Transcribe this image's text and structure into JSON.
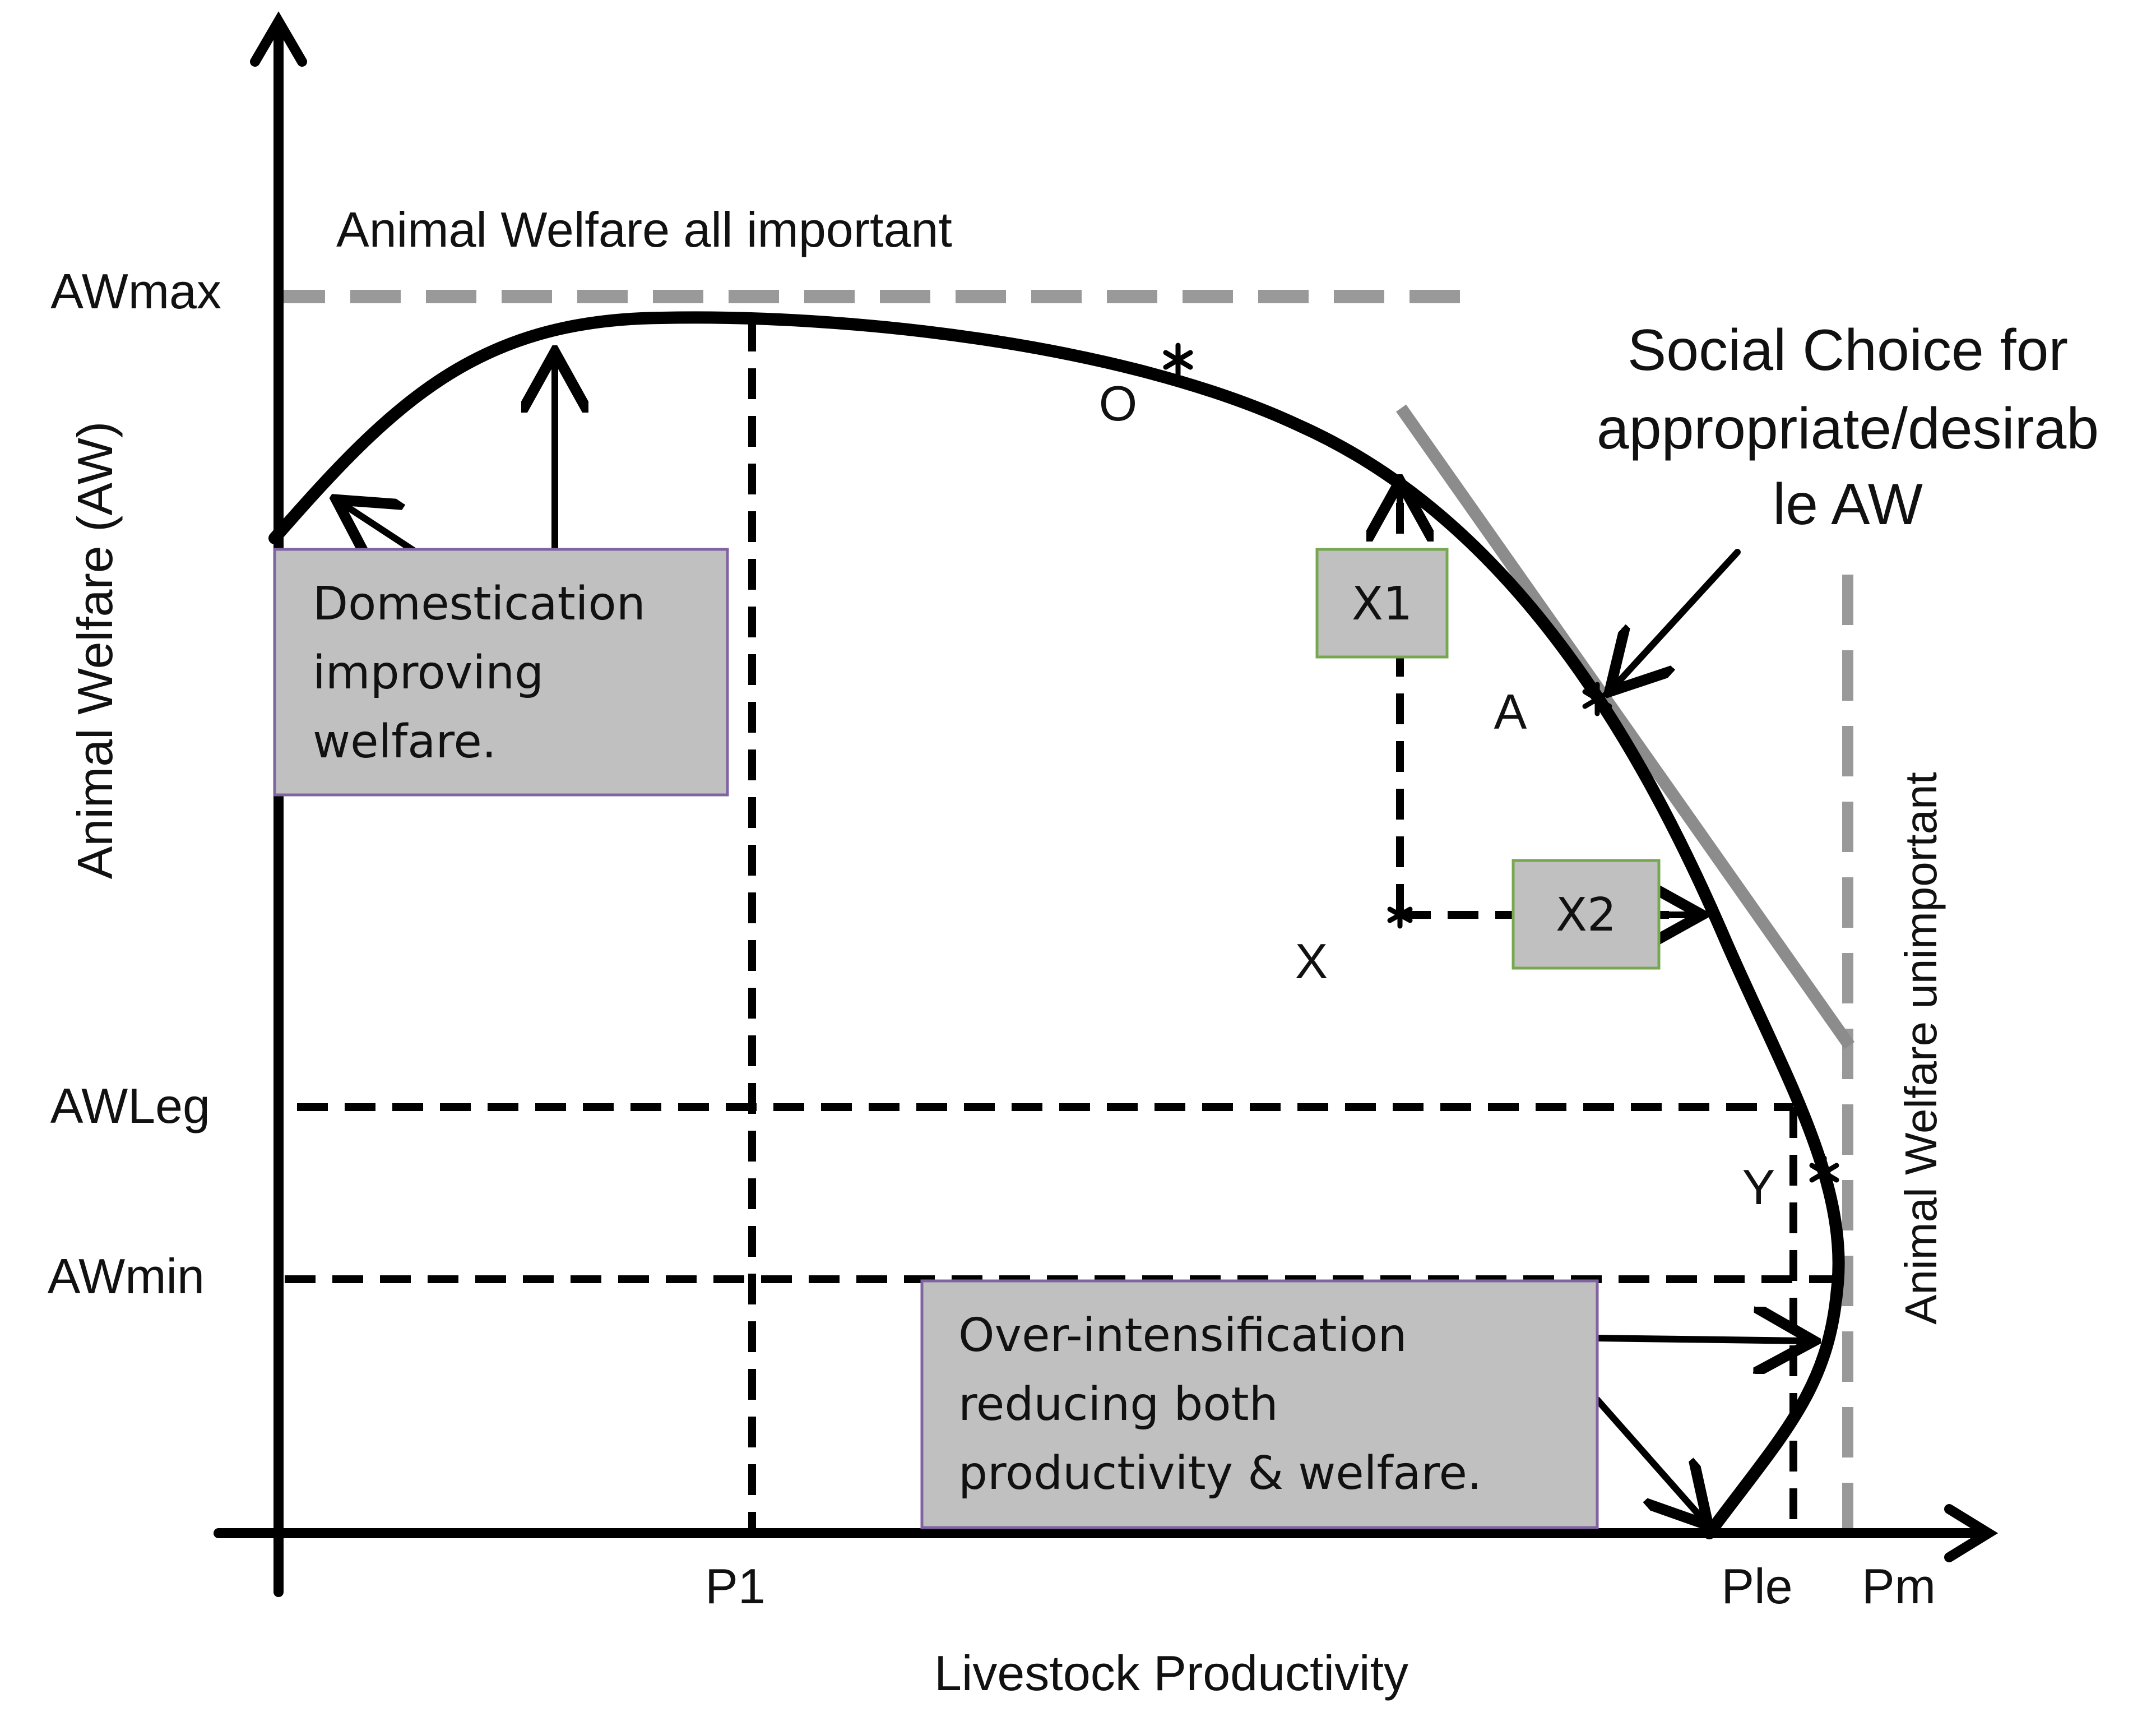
{
  "axes": {
    "y_label": "Animal Welfare (AW)",
    "x_label": "Livestock Productivity"
  },
  "y_ticks": {
    "awmax": "AWmax",
    "awleg": "AWLeg",
    "awmin": "AWmin"
  },
  "x_ticks": {
    "p1": "P1",
    "ple": "Ple",
    "pm": "Pm"
  },
  "annotations": {
    "aw_all_important": "Animal Welfare all important",
    "aw_unimportant": "Animal Welfare unimportant",
    "social_choice_line1": "Social Choice for",
    "social_choice_line2": "appropriate/desirab",
    "social_choice_line3": "le AW"
  },
  "points": {
    "o": "O",
    "a": "A",
    "x": "X",
    "y": "Y"
  },
  "boxes": {
    "domestication": [
      "Domestication",
      "improving",
      "welfare."
    ],
    "over_intensification": [
      "Over-intensification",
      "reducing both",
      "productivity & welfare."
    ],
    "x1": "X1",
    "x2": "X2"
  },
  "colors": {
    "curve": "#000000",
    "dashed_guides": "#000000",
    "reference_lines": "#999999",
    "tangent": "#8c8c8c",
    "box_fill": "#c0c0c0",
    "purple_border": "#8064a2",
    "green_border": "#77a851"
  }
}
